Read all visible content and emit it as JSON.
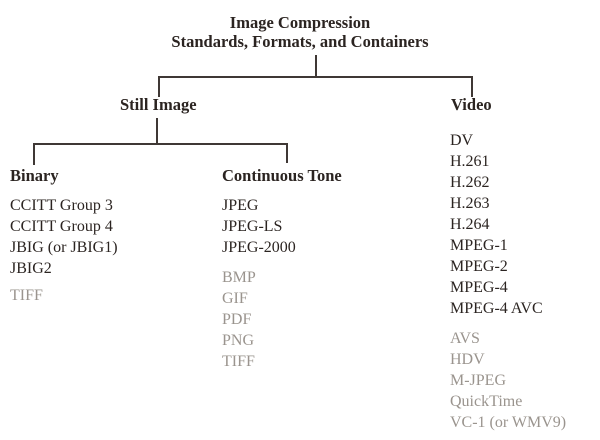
{
  "title": {
    "line1": "Image Compression",
    "line2": "Standards, Formats, and Containers"
  },
  "branches": {
    "still_image_label": "Still Image",
    "video_label": "Video",
    "binary_label": "Binary",
    "continuous_tone_label": "Continuous Tone"
  },
  "lists": {
    "binary_active": [
      "CCITT Group 3",
      "CCITT Group 4",
      "JBIG (or JBIG1)",
      "JBIG2"
    ],
    "binary_inactive": [
      "TIFF"
    ],
    "continuous_tone_active": [
      "JPEG",
      "JPEG-LS",
      "JPEG-2000"
    ],
    "continuous_tone_inactive": [
      "BMP",
      "GIF",
      "PDF",
      "PNG",
      "TIFF"
    ],
    "video_active": [
      "DV",
      "H.261",
      "H.262",
      "H.263",
      "H.264",
      "MPEG-1",
      "MPEG-2",
      "MPEG-4",
      "MPEG-4 AVC"
    ],
    "video_inactive": [
      "AVS",
      "HDV",
      "M-JPEG",
      "QuickTime",
      "VC-1 (or WMV9)"
    ]
  },
  "colors": {
    "text_dark": "#2b2421",
    "text_gray": "#9a948e",
    "line": "#3f3835",
    "background": "#ffffff"
  }
}
